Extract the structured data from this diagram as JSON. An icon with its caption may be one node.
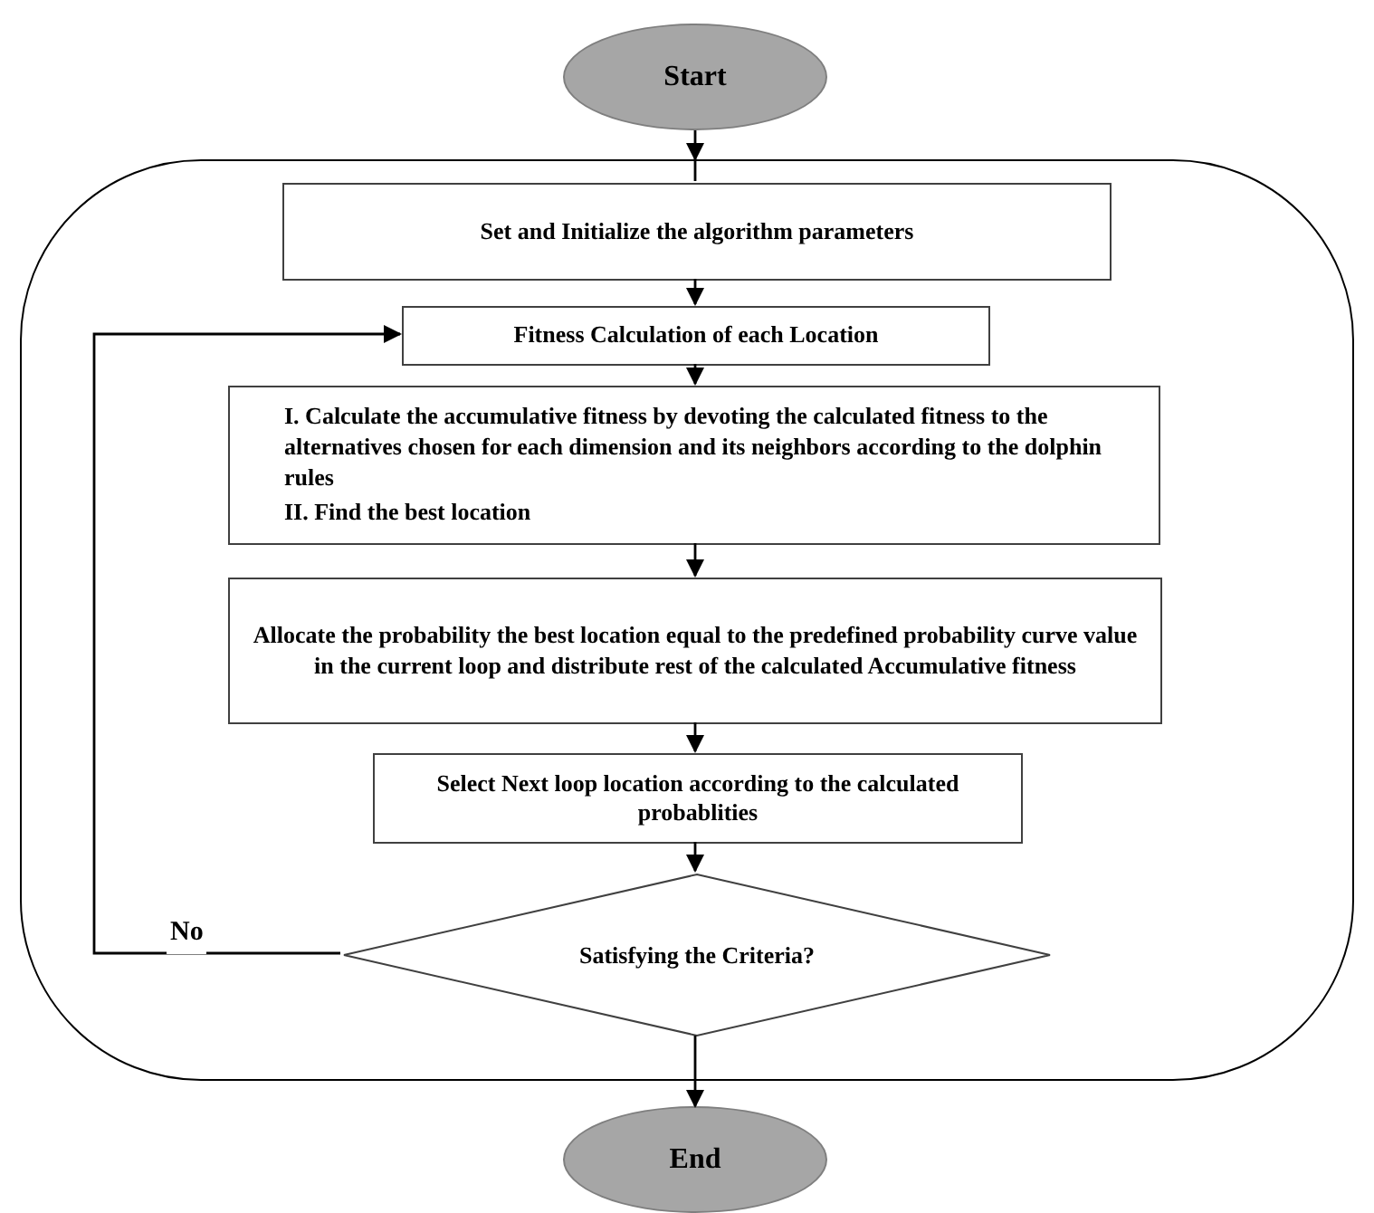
{
  "diagram": {
    "nodes": [
      {
        "text": [
          "Start"
        ]
      },
      {
        "text": [],
        "shape": "box"
      },
      {
        "text": [
          "Set and Initialize the algorithm parameters"
        ],
        "in": 1
      },
      {
        "text": [
          "Fitness Calculation of each Location"
        ],
        "in": 1
      },
      {
        "text": [
          "I. Calculate the accumulative fitness by devoting the calculated fitness to the alternatives chosen for each dimension and its neighbors according to the dolphin rules",
          "II. Find the best location"
        ],
        "in": 1
      },
      {
        "text": [
          "Allocate the probability the best location equal to the predefined probability curve value in the current loop and distribute rest of the calculated Accumulative fitness"
        ],
        "in": 1
      },
      {
        "text": [
          "Select Next loop location according to the calculated probablities"
        ],
        "in": 1
      },
      {
        "text": [
          "Satisfying the Criteria?"
        ],
        "in": 1
      },
      {
        "text": [
          "End"
        ]
      }
    ],
    "edges": [
      {
        "from": 0,
        "to": 1,
        "arrow": "to"
      },
      {
        "from": 1,
        "to": 2,
        "arrow": "none"
      },
      {
        "from": 2,
        "to": 3,
        "arrow": "to"
      },
      {
        "from": 3,
        "to": 4,
        "arrow": "to"
      },
      {
        "from": 4,
        "to": 5,
        "arrow": "to"
      },
      {
        "from": 5,
        "to": 6,
        "arrow": "to"
      },
      {
        "from": 6,
        "to": 7,
        "arrow": "to"
      },
      {
        "from": 7,
        "to": 3,
        "arrow": "to",
        "label": "No"
      },
      {
        "from": 7,
        "to": 8,
        "arrow": "to"
      }
    ]
  }
}
